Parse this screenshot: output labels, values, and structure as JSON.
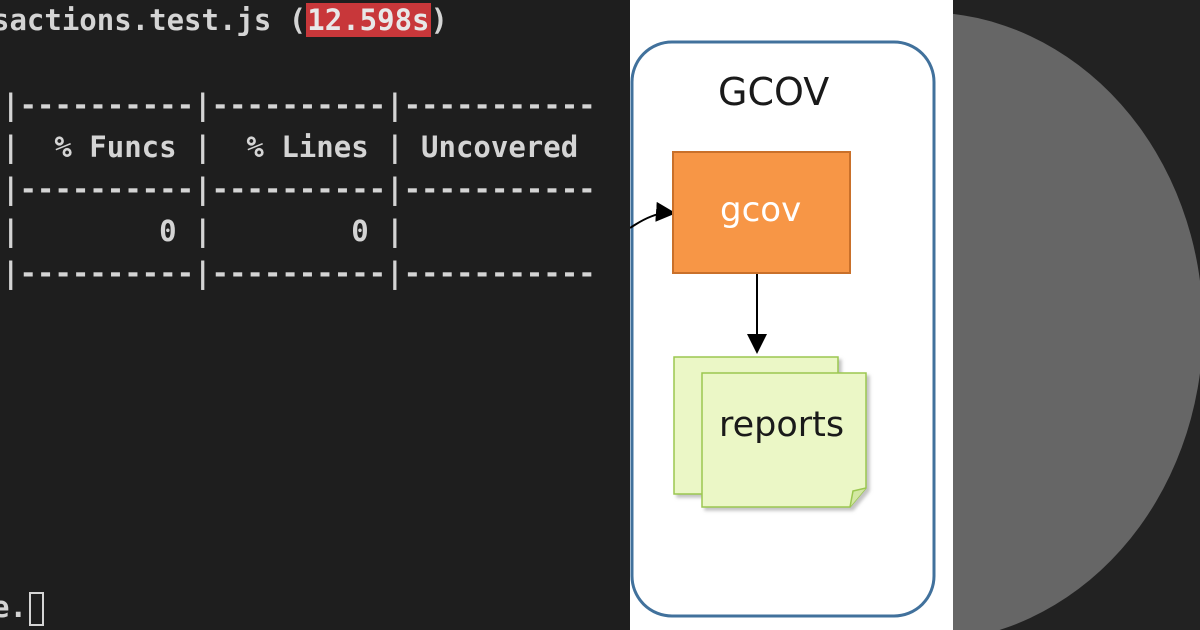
{
  "terminal": {
    "file_line": {
      "prefix": "sactions.test.js (",
      "duration": "12.598s",
      "suffix": ")"
    },
    "table": {
      "rule": "|----------|----------|-----------",
      "header": "|  % Funcs |  % Lines | Uncovered",
      "row": "|        0 |        0 |"
    },
    "prompt_tail": "e."
  },
  "diagram": {
    "container_title": "GCOV",
    "process_label": "gcov",
    "output_label": "reports",
    "colors": {
      "container_border": "#41719c",
      "process_fill": "#f79646",
      "process_border": "#c9702a",
      "report_fill": "#ebf7c6",
      "report_border": "#9bc750"
    }
  },
  "colors": {
    "terminal_bg": "#1e1e1e",
    "terminal_fg": "#d4d4d4",
    "duration_highlight": "#c8373a",
    "deco_bg": "#222222",
    "deco_circle": "#666666"
  }
}
